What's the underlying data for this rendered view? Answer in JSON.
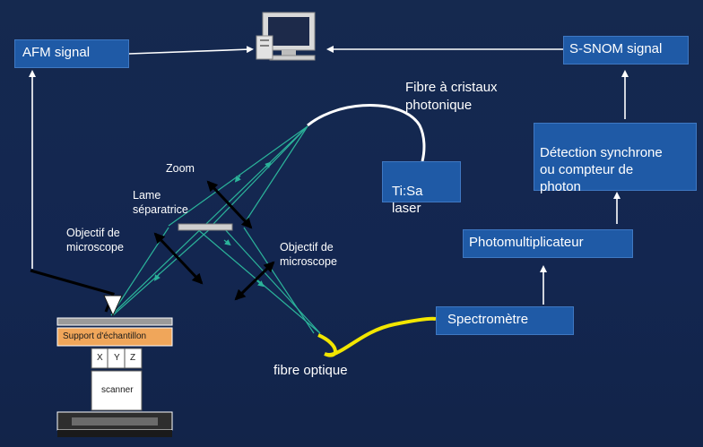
{
  "boxes": {
    "afm_signal": "AFM signal",
    "ssnom_signal": "S-SNOM signal",
    "detection": "Détection synchrone\nou compteur de\nphoton",
    "photomultiplicateur": "Photomultiplicateur",
    "spectrometre": "Spectromètre",
    "laser": "Ti:Sa\nlaser"
  },
  "labels": {
    "fibre_cristaux": "Fibre à cristaux\nphotonique",
    "zoom": "Zoom",
    "lame": "Lame\nséparatrice",
    "objectif_left": "Objectif de\nmicroscope",
    "objectif_right": "Objectif de\nmicroscope",
    "fibre_optique": "fibre optique"
  },
  "stage": {
    "support": "Support d'échantillon",
    "x": "X",
    "y": "Y",
    "z": "Z",
    "scanner": "scanner"
  },
  "colors": {
    "background": "#14284f",
    "box": "#1f5aa6",
    "beam": "#2bb39a",
    "fibre_white": "#ffffff",
    "fibre_yellow": "#f2e600",
    "arrow_black": "#000000",
    "sample_support": "#f0a65a"
  },
  "icons": {
    "computer": "desktop-computer-icon"
  }
}
